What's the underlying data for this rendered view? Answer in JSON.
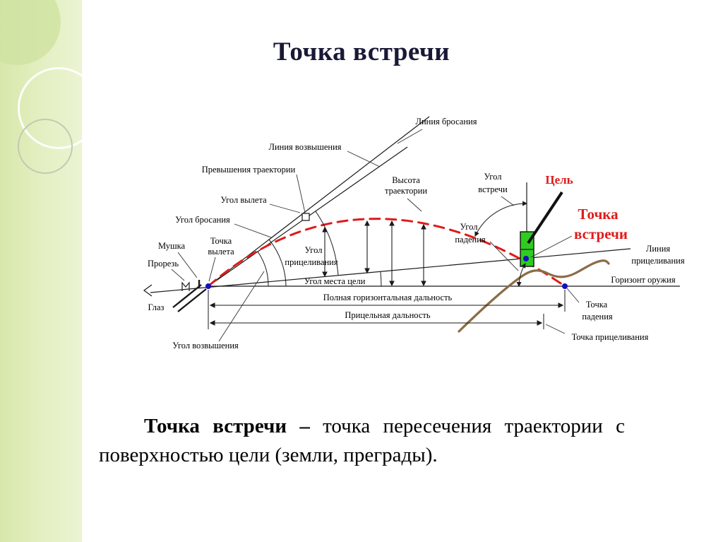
{
  "title": "Точка встречи",
  "definition": {
    "bold": "Точка встречи – ",
    "rest": "точка пересечения траектории с поверхностью цели (земли, преграды)."
  },
  "colors": {
    "title_color": "#191936",
    "accent_red": "#e01a1a",
    "target_green": "#2fcc20",
    "terrain_brown": "#8a6d46",
    "dot_blue": "#1212bb"
  },
  "diagram": {
    "labels": {
      "liniya_brosaniya": "Линия бросания",
      "liniya_vozvysheniya": "Линия возвышения",
      "prevysheniya_traektorii": "Превышения траектории",
      "vysota_traektorii": [
        "Высота",
        "траектории"
      ],
      "ugol_vyleta": "Угол вылета",
      "ugol_brosaniya": "Угол бросания",
      "mushka": "Мушка",
      "tochka_vyleta": [
        "Точка",
        "вылета"
      ],
      "prorez": "Прорезь",
      "ugol_pritselivaniya": [
        "Угол",
        "прицеливания"
      ],
      "ugol_mesta_tseli": "Угол места цели",
      "glaz": "Глаз",
      "ugol_vozvysheniya": "Угол возвышения",
      "ugol_vstrechi": [
        "Угол",
        "встречи"
      ],
      "tsel": "Цель",
      "tochka_vstrechi": [
        "Точка",
        "встречи"
      ],
      "ugol_padeniya": [
        "Угол",
        "падения"
      ],
      "liniya_pritselivaniya": [
        "Линия",
        "прицеливания"
      ],
      "gorizont_oruzhiya": "Горизонт оружия",
      "tochka_padeniya": [
        "Точка",
        "падения"
      ],
      "tochka_pritselivaniya": "Точка прицеливания",
      "polnaya_gorizontalnaya_dalnost": "Полная горизонтальная дальность",
      "pritselnaya_dalnost": "Прицельная дальность"
    }
  }
}
